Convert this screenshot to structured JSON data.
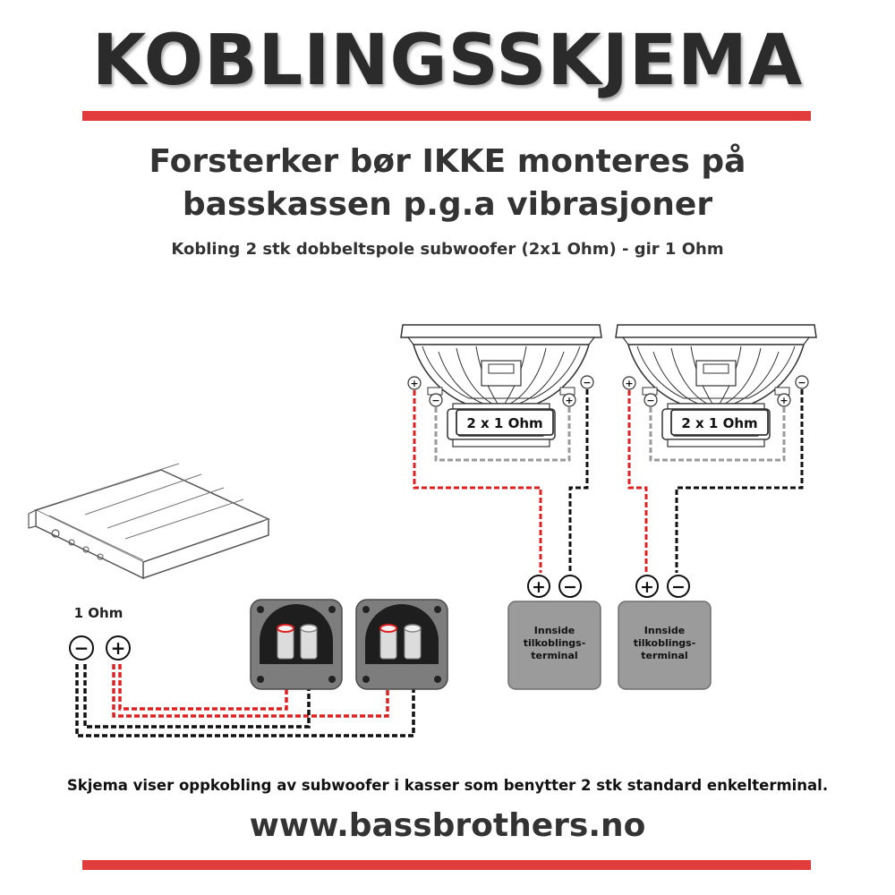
{
  "header": {
    "title": "KOBLINGSSKJEMA",
    "subtitle_line1": "Forsterker bør IKKE monteres på",
    "subtitle_line2": "basskassen p.g.a vibrasjoner",
    "caption": "Kobling 2 stk dobbeltspole subwoofer (2x1 Ohm) - gir 1 Ohm"
  },
  "diagram": {
    "amplifier": {
      "impedance_label": "1 Ohm",
      "minus_symbol": "−",
      "plus_symbol": "+"
    },
    "subwoofers": [
      {
        "coil_label": "2 x 1 Ohm",
        "plus_symbol": "+",
        "minus_symbol": "−"
      },
      {
        "coil_label": "2 x 1 Ohm",
        "plus_symbol": "+",
        "minus_symbol": "−"
      }
    ],
    "inside_terminals": [
      {
        "line1": "Innside",
        "line2": "tilkoblings-",
        "line3": "terminal",
        "plus_symbol": "+",
        "minus_symbol": "−"
      },
      {
        "line1": "Innside",
        "line2": "tilkoblings-",
        "line3": "terminal",
        "plus_symbol": "+",
        "minus_symbol": "−"
      }
    ]
  },
  "footer": {
    "note": "Skjema viser oppkobling av subwoofer i kasser som benytter 2 stk standard enkelterminal.",
    "website": "www.bassbrothers.no"
  },
  "colors": {
    "accent_red": "#e23b3b",
    "wire_red": "#e02020",
    "wire_black": "#111111",
    "wire_grey": "#9a9a9a",
    "terminal_grey": "#7d7d7d",
    "box_grey": "#9b9b9b"
  }
}
